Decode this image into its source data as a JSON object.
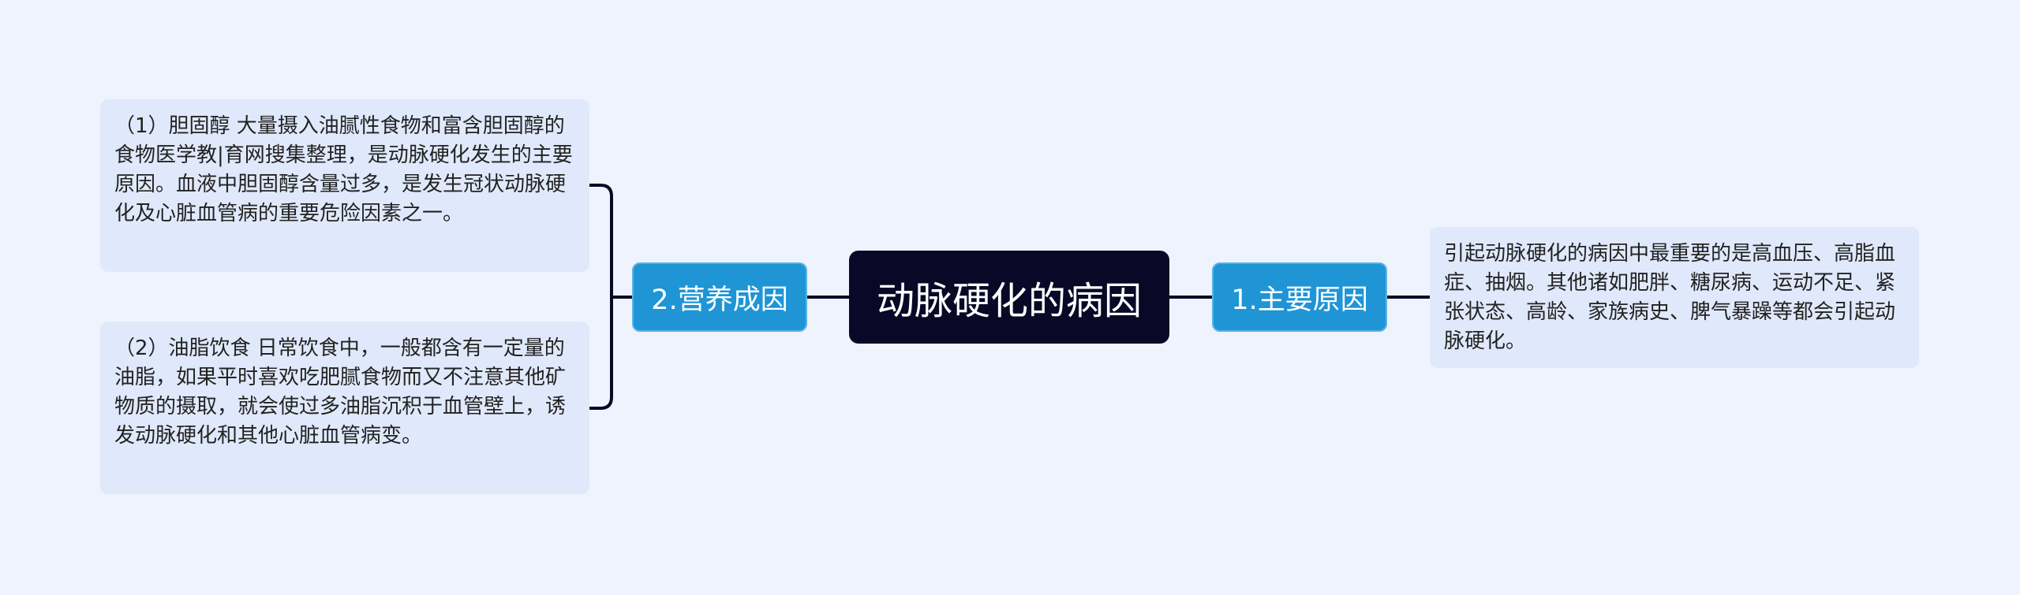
{
  "central": {
    "title": "动脉硬化的病因"
  },
  "branches": [
    {
      "label": "1.主要原因",
      "side": "right",
      "children": [
        "引起动脉硬化的病因中最重要的是高血压、高脂血症、抽烟。其他诸如肥胖、糖尿病、运动不足、紧张状态、高龄、家族病史、脾气暴躁等都会引起动脉硬化。"
      ]
    },
    {
      "label": "2.营养成因",
      "side": "left",
      "children": [
        "（1）胆固醇 大量摄入油腻性食物和富含胆固醇的食物医学教|育网搜集整理，是动脉硬化发生的主要原因。血液中胆固醇含量过多，是发生冠状动脉硬化及心脏血管病的重要危险因素之一。",
        "（2）油脂饮食 日常饮食中，一般都含有一定量的油脂，如果平时喜欢吃肥腻食物而又不注意其他矿物质的摄取，就会使过多油脂沉积于血管壁上，诱发动脉硬化和其他心脏血管病变。"
      ]
    }
  ],
  "colors": {
    "background": "#eff3fd",
    "central_fill": "#0a0827",
    "branch_fill": "#1f95d6",
    "leaf_fill": "#e0e9fb",
    "connector": "#0a0827"
  }
}
